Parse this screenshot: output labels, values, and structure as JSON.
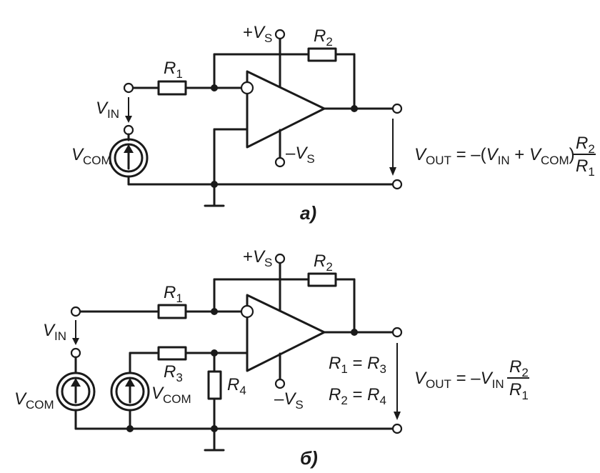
{
  "a": {
    "label_r1": {
      "main": "R",
      "sub": "1"
    },
    "label_r2": {
      "main": "R",
      "sub": "2"
    },
    "label_pvs": {
      "pre": "+",
      "main": "V",
      "sub": "S"
    },
    "label_nvs": {
      "pre": "–",
      "main": "V",
      "sub": "S"
    },
    "label_vin": {
      "main": "V",
      "sub": "IN"
    },
    "label_vcom": {
      "main": "V",
      "sub": "COM"
    },
    "formula": {
      "v": "V",
      "out": "OUT",
      "eq": " = –(",
      "v2": "V",
      "in": "IN",
      "plus": " + ",
      "v3": "V",
      "com": "COM",
      "close": ")",
      "num": {
        "main": "R",
        "sub": "2"
      },
      "den": {
        "main": "R",
        "sub": "1"
      }
    },
    "caption": "a)"
  },
  "b": {
    "label_r1": {
      "main": "R",
      "sub": "1"
    },
    "label_r2": {
      "main": "R",
      "sub": "2"
    },
    "label_r3": {
      "main": "R",
      "sub": "3"
    },
    "label_r4": {
      "main": "R",
      "sub": "4"
    },
    "label_pvs": {
      "pre": "+",
      "main": "V",
      "sub": "S"
    },
    "label_nvs": {
      "pre": "–",
      "main": "V",
      "sub": "S"
    },
    "label_vin": {
      "main": "V",
      "sub": "IN"
    },
    "label_vcom1": {
      "main": "V",
      "sub": "COM"
    },
    "label_vcom2": {
      "main": "V",
      "sub": "COM"
    },
    "eq1": {
      "a": "R",
      "as": "1",
      "mid": " = ",
      "b": "R",
      "bs": "3"
    },
    "eq2": {
      "a": "R",
      "as": "2",
      "mid": " = ",
      "b": "R",
      "bs": "4"
    },
    "formula": {
      "v": "V",
      "out": "OUT",
      "eq": " = –",
      "v2": "V",
      "in": "IN",
      "num": {
        "main": "R",
        "sub": "2"
      },
      "den": {
        "main": "R",
        "sub": "1"
      }
    },
    "caption": "б)"
  }
}
